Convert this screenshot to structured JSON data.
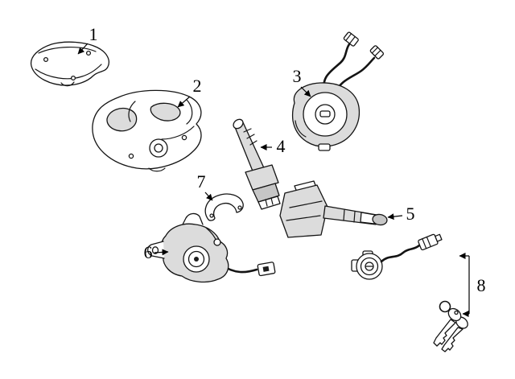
{
  "figure": {
    "kind": "exploded-parts-diagram",
    "background_color": "#ffffff",
    "line_color": "#141414",
    "shade_color": "#dcdcdc"
  },
  "callouts": [
    {
      "number": "1",
      "part": "upper-steering-column-shroud"
    },
    {
      "number": "2",
      "part": "lower-steering-column-shroud"
    },
    {
      "number": "3",
      "part": "clock-spring-with-wire-connectors"
    },
    {
      "number": "4",
      "part": "wiper-switch-lever"
    },
    {
      "number": "5",
      "part": "turn-signal-switch-lever"
    },
    {
      "number": "6",
      "part": "ignition-lock-housing"
    },
    {
      "number": "7",
      "part": "column-clamp"
    },
    {
      "number": "8",
      "part": "ignition-switch-and-keys"
    }
  ]
}
